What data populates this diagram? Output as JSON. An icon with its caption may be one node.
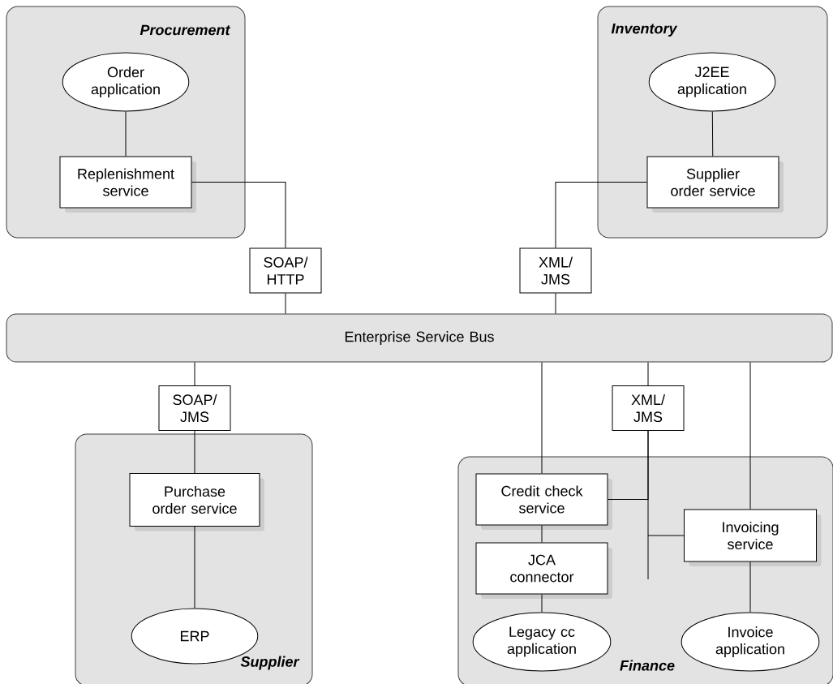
{
  "diagram": {
    "nodes": [
      {
        "text": [
          "Procurement"
        ]
      },
      {
        "text": [
          "Order application"
        ],
        "in": 0
      },
      {
        "text": [
          "Replenishment service"
        ],
        "in": 0
      },
      {
        "text": [
          "Inventory"
        ]
      },
      {
        "text": [
          "J2EE application"
        ],
        "in": 3
      },
      {
        "text": [
          "Supplier order service"
        ],
        "in": 3
      },
      {
        "text": [
          "SOAP/ HTTP"
        ]
      },
      {
        "text": [
          "XML/ JMS"
        ]
      },
      {
        "text": [
          "Enterprise Service Bus"
        ]
      },
      {
        "text": [
          "SOAP/ JMS"
        ]
      },
      {
        "text": [
          "XML/ JMS"
        ]
      },
      {
        "text": [
          "Supplier"
        ]
      },
      {
        "text": [
          "Purchase order service"
        ],
        "in": 11
      },
      {
        "text": [
          "ERP"
        ],
        "in": 11
      },
      {
        "text": [
          "Finance"
        ]
      },
      {
        "text": [
          "Credit check service"
        ],
        "in": 14
      },
      {
        "text": [
          "JCA connector"
        ],
        "in": 14
      },
      {
        "text": [
          "Legacy cc application"
        ],
        "in": 14
      },
      {
        "text": [
          "Invoicing service"
        ],
        "in": 14
      },
      {
        "text": [
          "Invoice application"
        ],
        "in": 14
      }
    ],
    "edges": [
      {
        "from": 1,
        "to": 2,
        "arrow": "none"
      },
      {
        "from": 2,
        "to": 6,
        "arrow": "none"
      },
      {
        "from": 6,
        "to": 8,
        "arrow": "none"
      },
      {
        "from": 4,
        "to": 5,
        "arrow": "none"
      },
      {
        "from": 5,
        "to": 7,
        "arrow": "none"
      },
      {
        "from": 7,
        "to": 8,
        "arrow": "none"
      },
      {
        "from": 8,
        "to": 9,
        "arrow": "none"
      },
      {
        "from": 9,
        "to": 12,
        "arrow": "none"
      },
      {
        "from": 12,
        "to": 13,
        "arrow": "none"
      },
      {
        "from": 8,
        "to": 15,
        "arrow": "none"
      },
      {
        "from": 8,
        "to": 10,
        "arrow": "none"
      },
      {
        "from": 10,
        "to": 15,
        "arrow": "none"
      },
      {
        "from": 10,
        "to": 18,
        "arrow": "none"
      },
      {
        "from": 8,
        "to": 18,
        "arrow": "none"
      },
      {
        "from": 15,
        "to": 16,
        "arrow": "none"
      },
      {
        "from": 16,
        "to": 17,
        "arrow": "none"
      },
      {
        "from": 18,
        "to": 19,
        "arrow": "none"
      }
    ]
  }
}
